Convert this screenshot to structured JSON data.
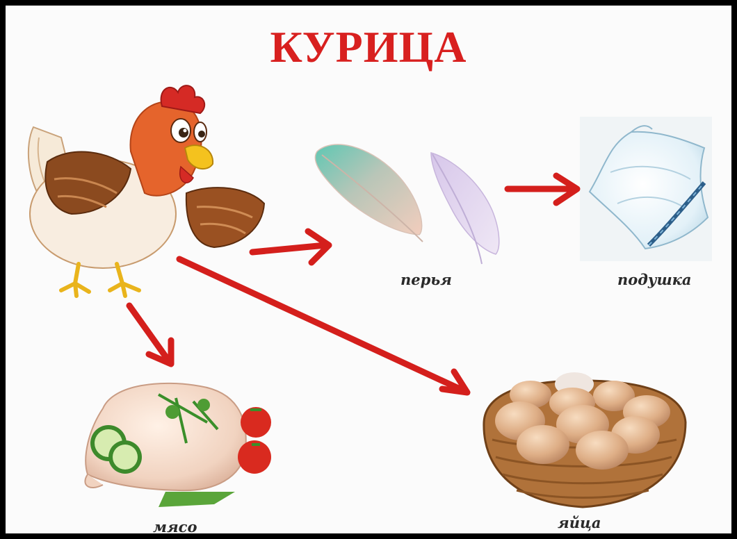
{
  "title": "КУРИЦА",
  "labels": {
    "feathers": "перья",
    "pillow": "подушка",
    "meat": "мясо",
    "eggs": "яйца"
  },
  "colors": {
    "title": "#d8201f",
    "arrow": "#d41f1c",
    "label": "#2a2a2a"
  },
  "icons": [
    "hen-icon",
    "feathers-icon",
    "pillow-icon",
    "meat-icon",
    "egg-basket-icon"
  ]
}
